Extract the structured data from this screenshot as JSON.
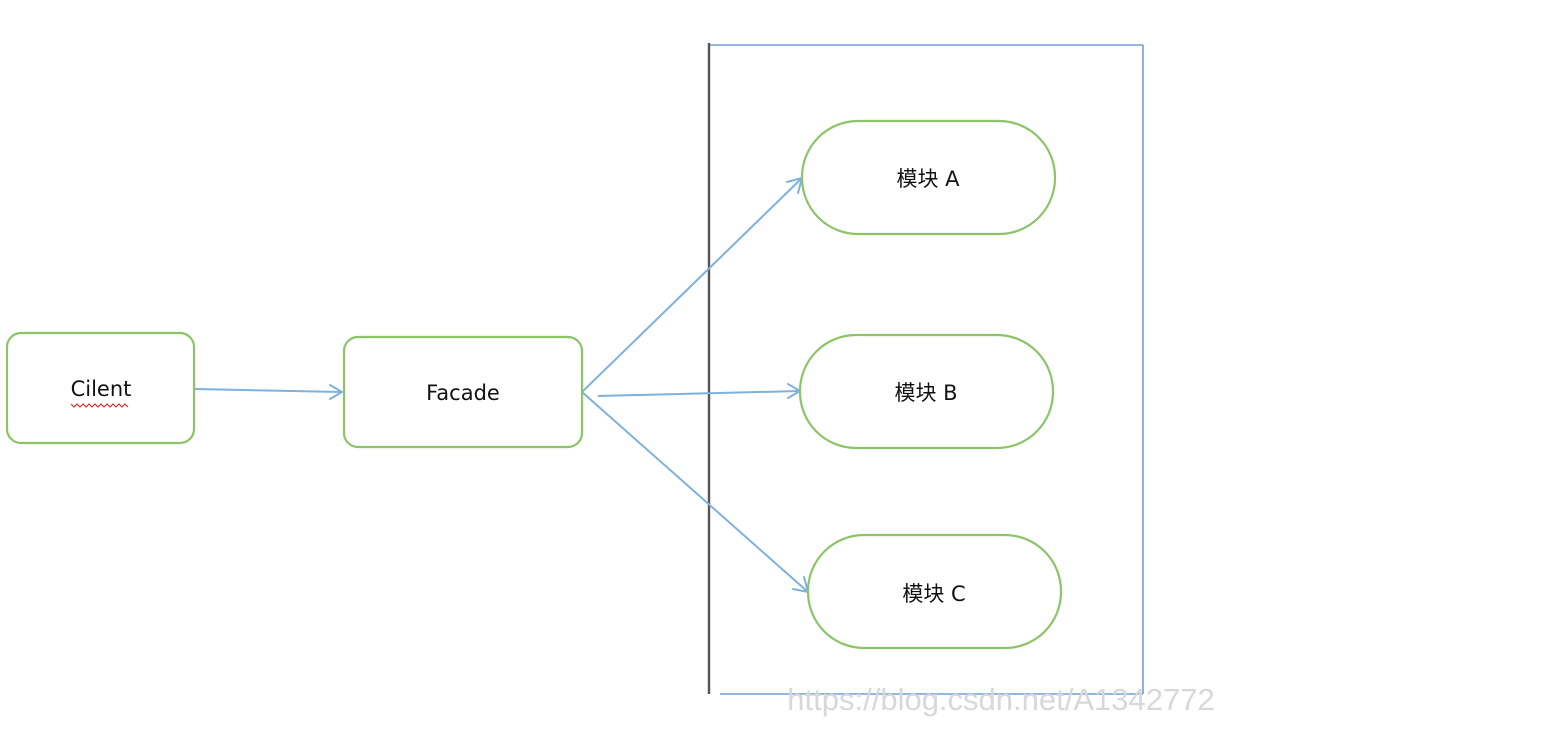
{
  "nodes": {
    "client": {
      "label": "Cilent"
    },
    "facade": {
      "label": "Facade"
    },
    "module_a": {
      "label": "模块 A"
    },
    "module_b": {
      "label": "模块 B"
    },
    "module_c": {
      "label": "模块 C"
    }
  },
  "edges": [
    {
      "from": "client",
      "to": "facade"
    },
    {
      "from": "facade",
      "to": "module_a"
    },
    {
      "from": "facade",
      "to": "module_b"
    },
    {
      "from": "facade",
      "to": "module_c"
    }
  ],
  "colors": {
    "node_border": "#8cc467",
    "arrow": "#7eb1de",
    "boundary_blue": "#6ea1d4",
    "boundary_dark": "#555555",
    "spellcheck_underline": "#e02020"
  },
  "watermark": "https://blog.csdn.net/A1342772"
}
